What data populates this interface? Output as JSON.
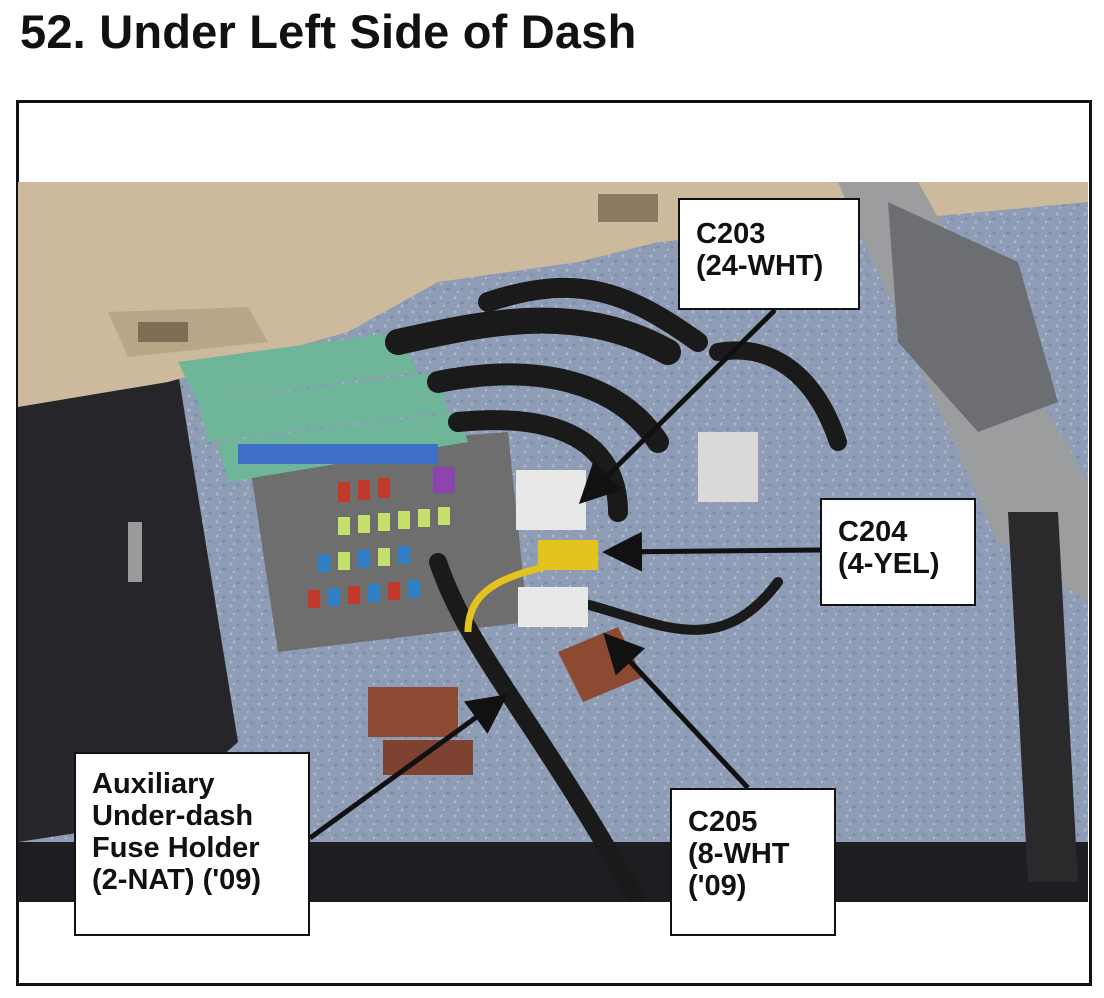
{
  "title": "52.  Under Left Side of Dash",
  "callouts": {
    "c203": {
      "line1": "C203",
      "line2": "(24-WHT)"
    },
    "c204": {
      "line1": "C204",
      "line2": "(4-YEL)"
    },
    "c205": {
      "line1": "C205",
      "line2": "(8-WHT",
      "line3": "('09)"
    },
    "aux": {
      "line1": "Auxiliary",
      "line2": "Under-dash",
      "line3": "Fuse Holder",
      "line4": "(2-NAT) ('09)"
    }
  },
  "colors": {
    "carpet": "#8e9db5",
    "dash_panel": "#cdb99c",
    "fuse_box": "#6e6e6e",
    "connector_green": "#6fb59a",
    "connector_yellow": "#e3c31e",
    "connector_brown": "#8c4a33",
    "arrow": "#111111"
  }
}
